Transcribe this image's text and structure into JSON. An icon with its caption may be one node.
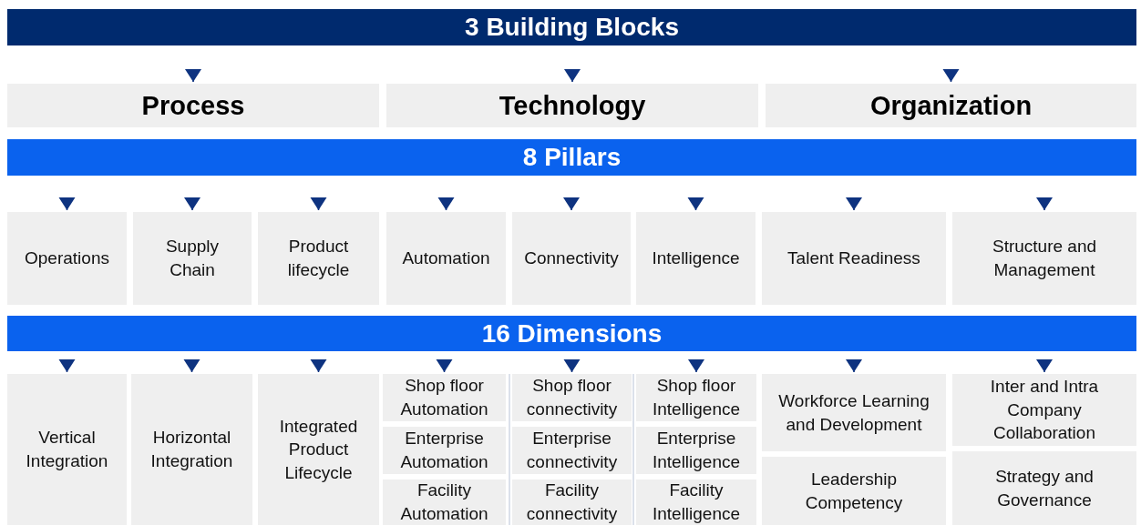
{
  "diagram": {
    "nodes": [
      {
        "text": [
          "3 Building Blocks"
        ]
      },
      {
        "text": [
          "Process"
        ]
      },
      {
        "text": [
          "Technology"
        ]
      },
      {
        "text": [
          "Organization"
        ]
      },
      {
        "text": [
          "8 Pillars"
        ]
      },
      {
        "text": [
          "Operations"
        ]
      },
      {
        "text": [
          "Supply Chain"
        ]
      },
      {
        "text": [
          "Product lifecycle"
        ]
      },
      {
        "text": [
          "Automation"
        ]
      },
      {
        "text": [
          "Connectivity"
        ]
      },
      {
        "text": [
          "Intelligence"
        ]
      },
      {
        "text": [
          "Talent Readiness"
        ]
      },
      {
        "text": [
          "Structure and Management"
        ]
      },
      {
        "text": [
          "16 Dimensions"
        ]
      },
      {
        "text": [
          "Vertical Integration"
        ]
      },
      {
        "text": [
          "Horizontal Integration"
        ]
      },
      {
        "text": [
          "Integrated Product Lifecycle"
        ]
      },
      {
        "text": [
          "Shop floor Automation"
        ]
      },
      {
        "text": [
          "Enterprise Automation"
        ]
      },
      {
        "text": [
          "Facility Automation"
        ]
      },
      {
        "text": [
          "Shop floor connectivity"
        ]
      },
      {
        "text": [
          "Enterprise connectivity"
        ]
      },
      {
        "text": [
          "Facility connectivity"
        ]
      },
      {
        "text": [
          "Shop floor Intelligence"
        ]
      },
      {
        "text": [
          "Enterprise Intelligence"
        ]
      },
      {
        "text": [
          "Facility Intelligence"
        ]
      },
      {
        "text": [
          "Workforce Learning and Development"
        ]
      },
      {
        "text": [
          "Leadership Competency"
        ]
      },
      {
        "text": [
          "Inter and Intra Company Collaboration"
        ]
      },
      {
        "text": [
          "Strategy and Governance"
        ]
      }
    ],
    "edges": [
      {
        "from": 0,
        "to": 1,
        "arrow": "to"
      },
      {
        "from": 0,
        "to": 2,
        "arrow": "to"
      },
      {
        "from": 0,
        "to": 3,
        "arrow": "to"
      },
      {
        "from": 4,
        "to": 5,
        "arrow": "to"
      },
      {
        "from": 4,
        "to": 6,
        "arrow": "to"
      },
      {
        "from": 4,
        "to": 7,
        "arrow": "to"
      },
      {
        "from": 4,
        "to": 8,
        "arrow": "to"
      },
      {
        "from": 4,
        "to": 9,
        "arrow": "to"
      },
      {
        "from": 4,
        "to": 10,
        "arrow": "to"
      },
      {
        "from": 4,
        "to": 11,
        "arrow": "to"
      },
      {
        "from": 4,
        "to": 12,
        "arrow": "to"
      },
      {
        "from": 13,
        "to": 14,
        "arrow": "to"
      },
      {
        "from": 13,
        "to": 15,
        "arrow": "to"
      },
      {
        "from": 13,
        "to": 16,
        "arrow": "to"
      },
      {
        "from": 13,
        "to": 17,
        "arrow": "to"
      },
      {
        "from": 13,
        "to": 20,
        "arrow": "to"
      },
      {
        "from": 13,
        "to": 23,
        "arrow": "to"
      },
      {
        "from": 13,
        "to": 26,
        "arrow": "to"
      },
      {
        "from": 13,
        "to": 28,
        "arrow": "to"
      }
    ]
  }
}
